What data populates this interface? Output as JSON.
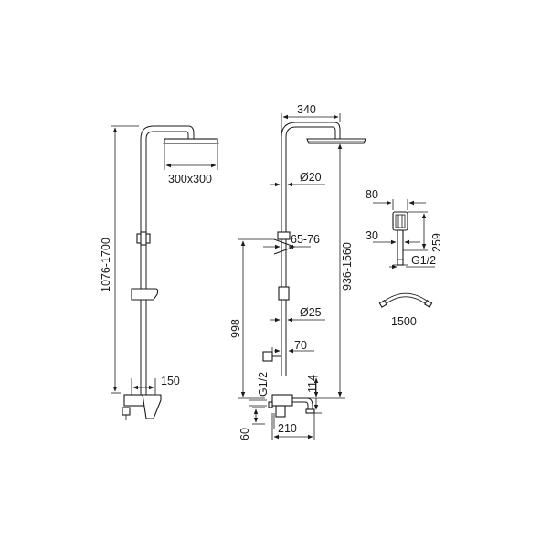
{
  "view_front": {
    "height_range": "1076-1700",
    "head_size": "300x300",
    "spout_offset": "150"
  },
  "view_side": {
    "arm_length": "340",
    "upper_pipe_diameter": "Ø20",
    "holder_range": "65-76",
    "lower_pipe_diameter": "Ø25",
    "adjust_range": "936-1560",
    "mixer_height": "998",
    "bracket": "70",
    "connection_thread": "G1/2",
    "spout_height": "114",
    "base_height": "60",
    "spout_length": "210"
  },
  "hand_shower": {
    "head_width": "80",
    "handle_width": "30",
    "length": "259",
    "thread": "G1/2"
  },
  "hose": {
    "length": "1500"
  },
  "colors": {
    "line": "#1a1a1a",
    "background": "#ffffff"
  }
}
